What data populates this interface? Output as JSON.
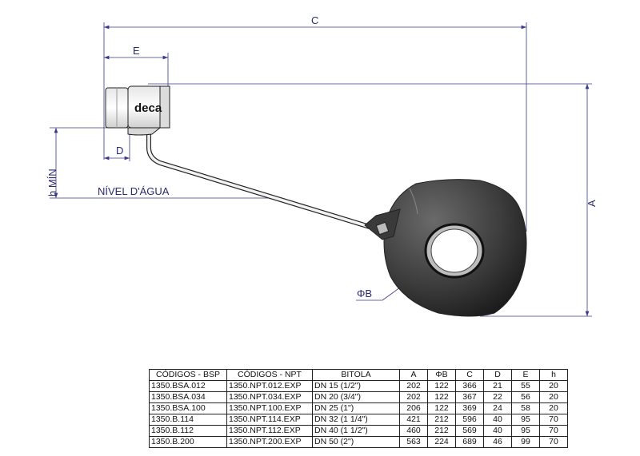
{
  "drawing": {
    "brand": "deca",
    "dimension_labels": {
      "C": "C",
      "E": "E",
      "D": "D",
      "A": "A",
      "h_min": "h MÍN",
      "water_level": "NÍVEL D'ÁGUA",
      "phi_b": "ΦB"
    }
  },
  "table": {
    "headers": [
      "CÓDIGOS - BSP",
      "CÓDIGOS - NPT",
      "BITOLA",
      "A",
      "ΦB",
      "C",
      "D",
      "E",
      "h"
    ],
    "rows": [
      [
        "1350.BSA.012",
        "1350.NPT.012.EXP",
        "DN 15 (1/2\")",
        "202",
        "122",
        "366",
        "21",
        "55",
        "20"
      ],
      [
        "1350.BSA.034",
        "1350.NPT.034.EXP",
        "DN 20 (3/4\")",
        "202",
        "122",
        "367",
        "22",
        "56",
        "20"
      ],
      [
        "1350.BSA.100",
        "1350.NPT.100.EXP",
        "DN 25 (1\")",
        "206",
        "122",
        "369",
        "24",
        "58",
        "20"
      ],
      [
        "1350.B.114",
        "1350.NPT.114.EXP",
        "DN 32 (1 1/4\")",
        "421",
        "212",
        "596",
        "40",
        "95",
        "70"
      ],
      [
        "1350.B.112",
        "1350.NPT.112.EXP",
        "DN 40 (1 1/2\")",
        "460",
        "212",
        "569",
        "40",
        "95",
        "70"
      ],
      [
        "1350.B.200",
        "1350.NPT.200.EXP",
        "DN 50 (2\")",
        "563",
        "224",
        "689",
        "46",
        "99",
        "70"
      ]
    ]
  }
}
